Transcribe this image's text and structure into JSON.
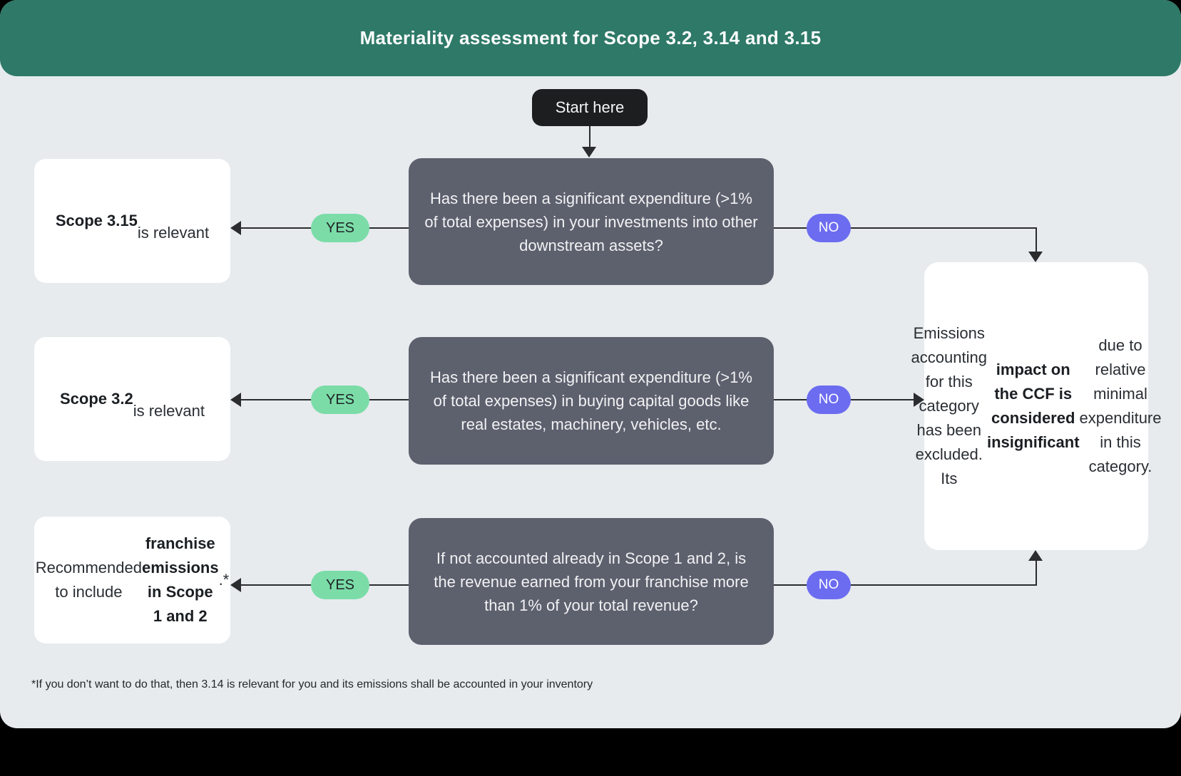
{
  "header": {
    "title": "Materiality assessment for Scope 3.2, 3.14 and 3.15"
  },
  "start_label": "Start here",
  "rows": [
    {
      "question": "Has there been a significant expenditure (>1% of total expenses) in your investments into other downstream assets?",
      "yes_label": "YES",
      "no_label": "NO",
      "outcome": [
        {
          "text": "Scope 3.15",
          "bold": true
        },
        {
          "text": "\nis relevant",
          "bold": false
        }
      ]
    },
    {
      "question": "Has there been a significant expenditure (>1% of total expenses) in buying capital goods like real estates, machinery, vehicles, etc.",
      "yes_label": "YES",
      "no_label": "NO",
      "outcome": [
        {
          "text": "Scope 3.2",
          "bold": true
        },
        {
          "text": "\nis relevant",
          "bold": false
        }
      ]
    },
    {
      "question": "If not accounted already in Scope 1 and 2, is the revenue earned from your franchise more than 1% of your total revenue?",
      "yes_label": "YES",
      "no_label": "NO",
      "outcome": [
        {
          "text": "Recommended to include ",
          "bold": false
        },
        {
          "text": "franchise emissions in Scope 1 and 2",
          "bold": true
        },
        {
          "text": ".*",
          "bold": false
        }
      ]
    }
  ],
  "excluded": [
    {
      "text": "Emissions accounting for this category has been excluded. Its ",
      "bold": false
    },
    {
      "text": "impact on the CCF is considered insignificant",
      "bold": true
    },
    {
      "text": " due to relative minimal expenditure in this category.",
      "bold": false
    }
  ],
  "footnote": "*If you don’t want to do that, then 3.14 is relevant for you and its emissions shall be accounted in your inventory",
  "colors": {
    "header_bg": "#2E7968",
    "canvas_bg": "#E7EBEE",
    "question_bg": "#5D606D",
    "start_bg": "#1C1E20",
    "yes_bg": "#7BDCA8",
    "no_bg": "#6C6CF1",
    "arrow": "#2A2C2E",
    "outcome_bg": "#FFFFFF"
  }
}
